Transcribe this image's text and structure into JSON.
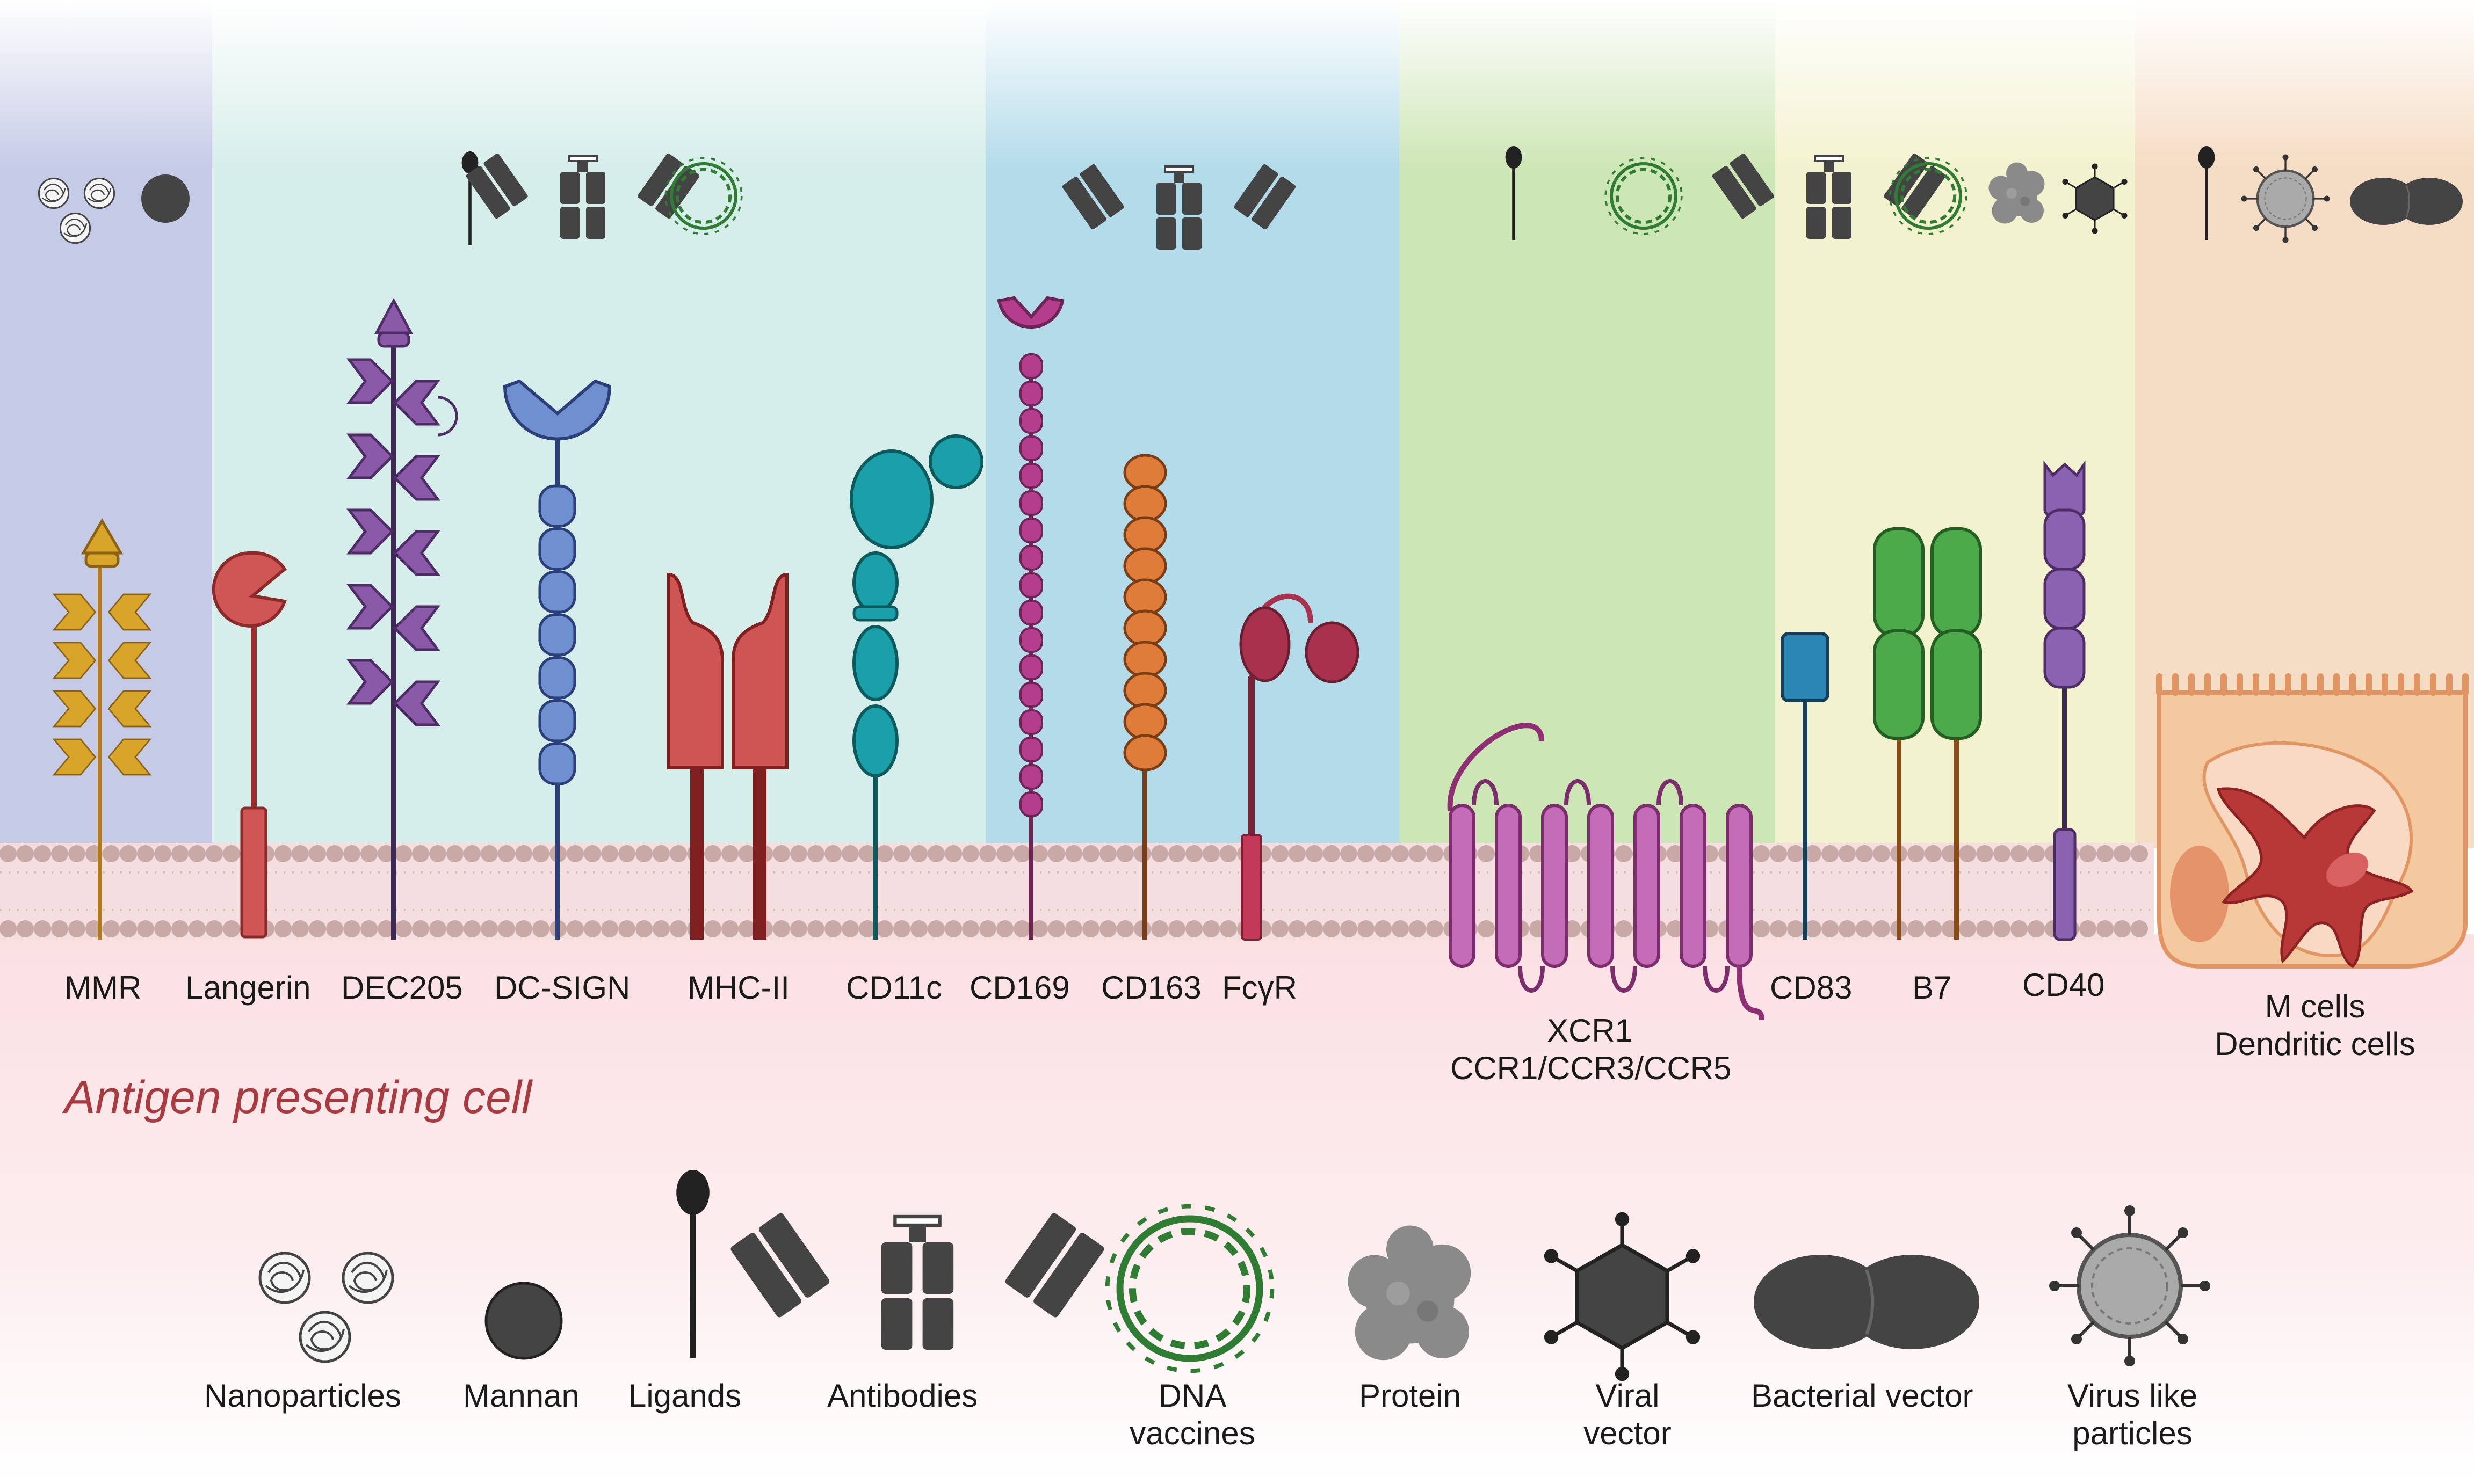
{
  "receptors": [
    "MMR",
    "Langerin",
    "DEC205",
    "DC-SIGN",
    "MHC-II",
    "CD11c",
    "CD169",
    "CD163",
    "FcγR",
    "CD83",
    "B7",
    "CD40"
  ],
  "chemokine_receptors": {
    "line1": "XCR1",
    "line2": "CCR1/CCR3/CCR5"
  },
  "target_cells": {
    "line1": "M cells",
    "line2": "Dendritic cells"
  },
  "cell_title": "Antigen presenting cell",
  "legend": {
    "nanoparticles": "Nanoparticles",
    "mannan": "Mannan",
    "ligands": "Ligands",
    "antibodies": "Antibodies",
    "dna_line1": "DNA",
    "dna_line2": "vaccines",
    "protein": "Protein",
    "viral_line1": "Viral",
    "viral_line2": "vector",
    "bacterial": "Bacterial vector",
    "vlp_line1": "Virus like",
    "vlp_line2": "particles"
  },
  "colors": {
    "mmr": "#d9a42a",
    "langerin": "#d05555",
    "dec205": "#8a5aa8",
    "dcsign": "#6f8fcf",
    "mhc": "#cf5555",
    "cd11c": "#1aa0a8",
    "cd169": "#b53d8e",
    "cd163": "#e07c3a",
    "fcgr": "#a8324e",
    "xcr1": "#c56cb8",
    "cd83": "#2b86b6",
    "b7": "#4daa4a",
    "cd40": "#8a62b0",
    "cell_tissue": "#f5c9a0",
    "dendritic_cell": "#b83838",
    "cell_title": "#a83a40"
  },
  "icons": [
    "nanoparticles-icon",
    "mannan-icon",
    "ligand-icon",
    "antibody-icon",
    "dna-vaccine-icon",
    "protein-icon",
    "viral-vector-icon",
    "bacterial-vector-icon",
    "virus-like-particle-icon"
  ]
}
